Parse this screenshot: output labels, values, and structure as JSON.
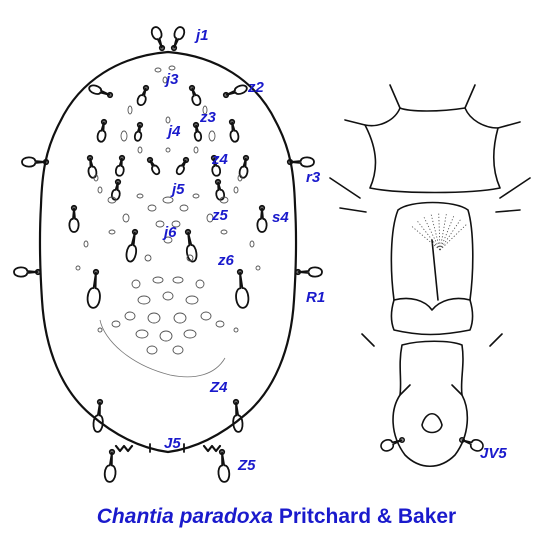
{
  "colors": {
    "label": "#1a1acc",
    "line": "#111111",
    "pore": "#555555"
  },
  "labels": {
    "j1": "j1",
    "j3": "j3",
    "z2": "z2",
    "j4": "j4",
    "z3": "z3",
    "r3": "r3",
    "z4": "z4",
    "j5": "j5",
    "z5": "z5",
    "s4": "s4",
    "j6": "j6",
    "z6": "z6",
    "R1": "R1",
    "Z4": "Z4",
    "J5": "J5",
    "Z5": "Z5",
    "JV5": "JV5"
  },
  "caption": {
    "species": "Chantia paradoxa",
    "authority": "Pritchard & Baker"
  }
}
